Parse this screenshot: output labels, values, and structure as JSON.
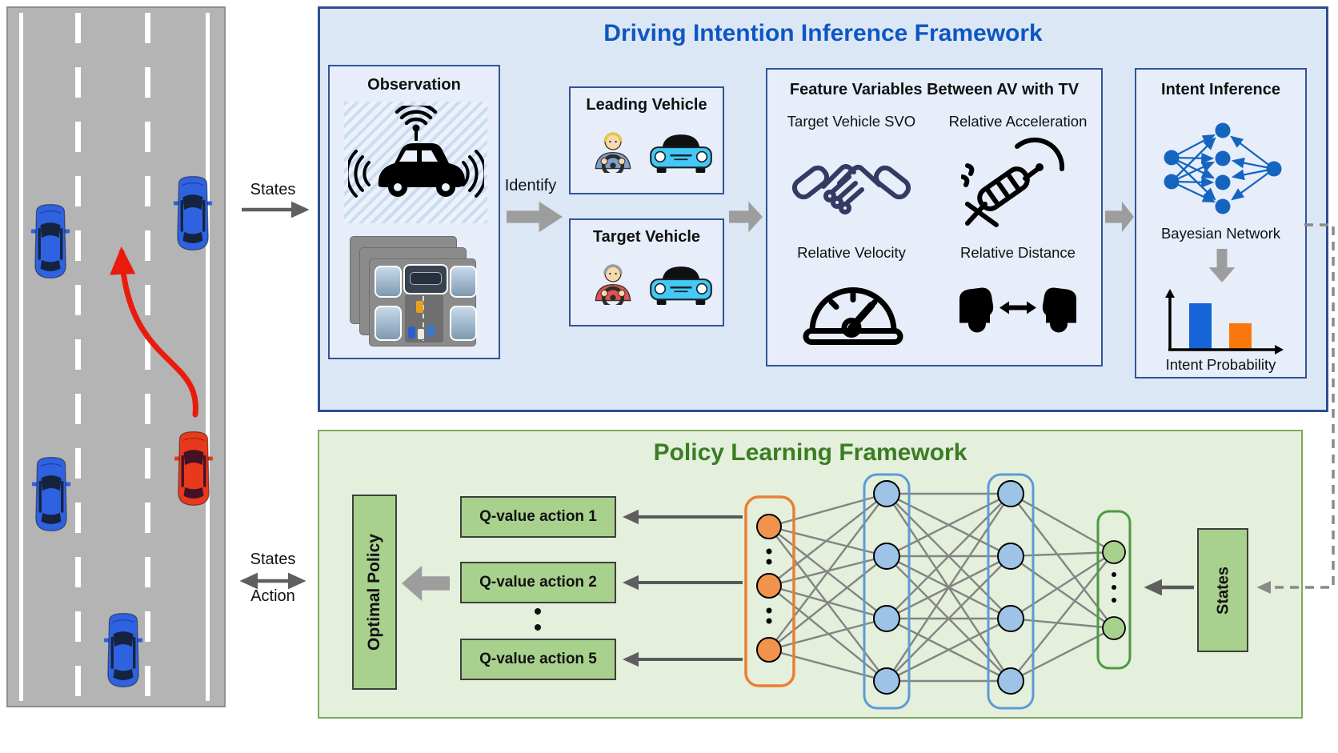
{
  "road_scene": {
    "lanes": 3,
    "blue_vehicle_count": 4,
    "red_vehicle_count": 1
  },
  "labels": {
    "states_top": "States",
    "identify": "Identify",
    "states_bottom": "States",
    "action_bottom": "Action"
  },
  "inference_framework": {
    "title": "Driving Intention Inference Framework",
    "observation": {
      "title": "Observation"
    },
    "leading_vehicle": {
      "title": "Leading Vehicle"
    },
    "target_vehicle": {
      "title": "Target Vehicle"
    },
    "feature_variables": {
      "title": "Feature Variables Between AV with TV",
      "items": [
        {
          "label": "Target Vehicle SVO",
          "icon": "handshake-icon"
        },
        {
          "label": "Relative Acceleration",
          "icon": "pedal-gauge-icon"
        },
        {
          "label": "Relative Velocity",
          "icon": "speedometer-icon"
        },
        {
          "label": "Relative Distance",
          "icon": "car-distance-icon"
        }
      ]
    },
    "intent_inference": {
      "title": "Intent Inference",
      "model_label": "Bayesian Network",
      "output_label": "Intent Probability",
      "probability_bars": [
        {
          "color": "#1565d8",
          "relative_height": 0.7
        },
        {
          "color": "#f9780d",
          "relative_height": 0.4
        }
      ]
    }
  },
  "policy_framework": {
    "title": "Policy Learning Framework",
    "optimal_policy": "Optimal Policy",
    "q_value_actions": [
      "Q-value action 1",
      "Q-value action 2",
      "Q-value action 5"
    ],
    "states_box": "States",
    "network": {
      "output_nodes": 3,
      "hidden_layers": 2,
      "hidden_layer_nodes": 4,
      "input_nodes": 2
    }
  },
  "colors": {
    "inference_bg": "#dce7f6",
    "inference_border": "#2e4f8f",
    "inference_title": "#0e57c2",
    "policy_bg": "#e4efdc",
    "policy_border": "#7aab5c",
    "policy_title": "#3a7d23",
    "green_box": "#a9d18e",
    "node_orange": "#f0944d",
    "node_blue": "#9dc3e6",
    "node_green": "#a9d18e",
    "layer_orange_border": "#ed7d31",
    "layer_blue_border": "#5b9bd5",
    "layer_green_border": "#4d9a41",
    "bar_blue": "#1565d8",
    "bar_orange": "#f9780d",
    "bayes_blue": "#1565c0",
    "arrow_gray": "#9d9d9d",
    "road_gray": "#b4b4b4",
    "car_blue": "#2e62e0",
    "car_red": "#e8391c",
    "trajectory_red": "#ea1b0d"
  }
}
